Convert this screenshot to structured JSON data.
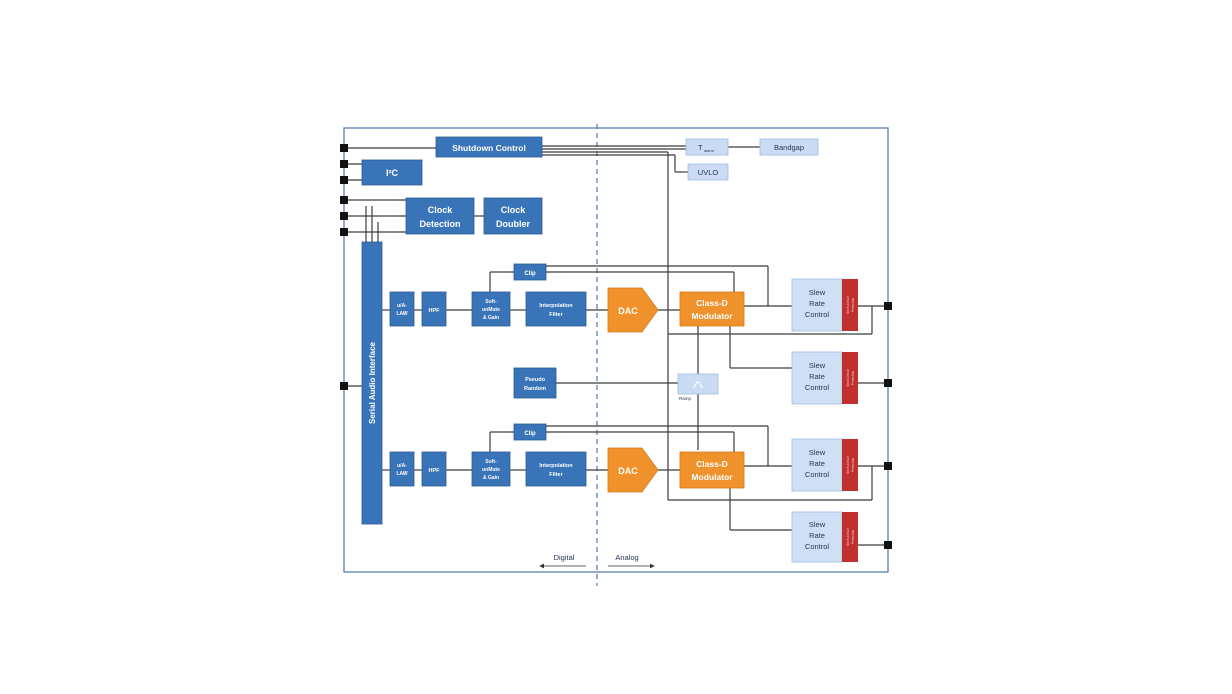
{
  "blocks": {
    "shutdown_control": "Shutdown Control",
    "i2c": "I²C",
    "clock_detection": [
      "Clock",
      "Detection"
    ],
    "clock_doubler": [
      "Clock",
      "Doubler"
    ],
    "serial_audio_interface": "Serial Audio Interface",
    "ulaw": [
      "u/A-",
      "LAW"
    ],
    "hpf": "HPF",
    "soft_unmute": [
      "Soft-",
      "unMute",
      "& Gain"
    ],
    "interpolation_filter": [
      "Interpolation",
      "Filter"
    ],
    "clip": "Clip",
    "dac": "DAC",
    "class_d": [
      "Class-D",
      "Modulator"
    ],
    "slew_rate": [
      "Slew",
      "Rate",
      "Control"
    ],
    "short_circuit": [
      "Short-Circuit",
      "Protection"
    ],
    "pseudo_random": [
      "Pseudo",
      "Random"
    ],
    "ramp": "Ramp",
    "t_alarm": "T",
    "t_alarm_sub": "alarm",
    "bandgap": "Bandgap",
    "uvlo": "UVLO"
  },
  "domains": {
    "digital": "Digital",
    "analog": "Analog"
  },
  "colors": {
    "block_blue": "#3a74b8",
    "block_light": "#c9dcf3",
    "analog_orange": "#f0922c",
    "protection_red": "#c0302e"
  }
}
